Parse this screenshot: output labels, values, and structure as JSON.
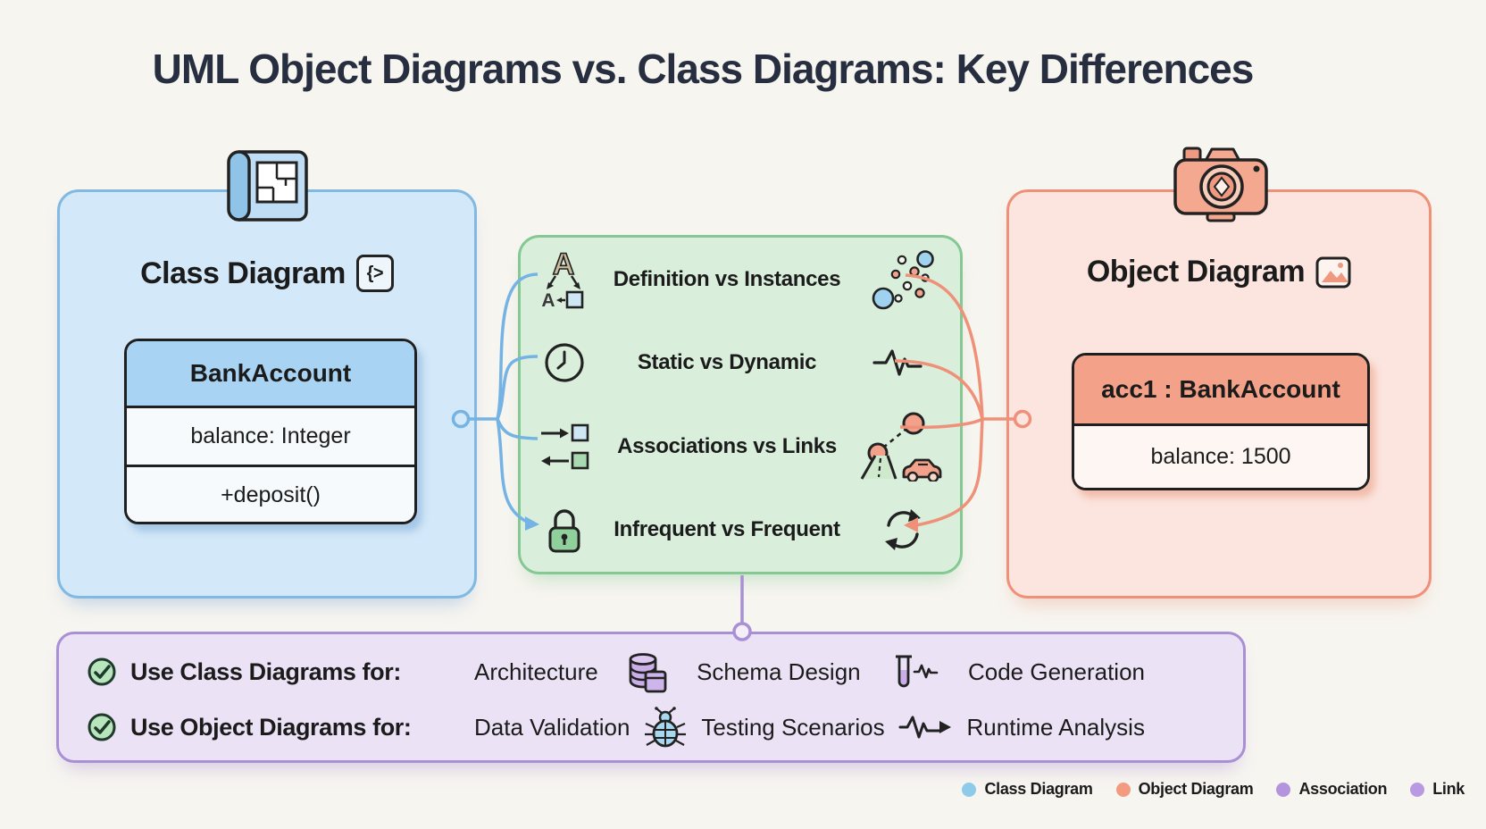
{
  "title": "UML Object Diagrams vs. Class Diagrams: Key Differences",
  "class_panel": {
    "title": "Class Diagram",
    "code_badge": "{>",
    "uml_box": {
      "header": "BankAccount",
      "attribute": "balance: Integer",
      "method": "+deposit()"
    }
  },
  "object_panel": {
    "title": "Object Diagram",
    "uml_box": {
      "header": "acc1 : BankAccount",
      "attribute": "balance: 1500"
    }
  },
  "comparison": {
    "rows": [
      {
        "label": "Definition vs Instances",
        "left_icon": "class-definition-icon",
        "right_icon": "instances-dots-icon"
      },
      {
        "label": "Static vs Dynamic",
        "left_icon": "clock-icon",
        "right_icon": "waveform-icon"
      },
      {
        "label": "Associations vs Links",
        "left_icon": "association-arrows-icon",
        "right_icon": "linked-objects-icon"
      },
      {
        "label": "Infrequent vs Frequent",
        "left_icon": "lock-icon",
        "right_icon": "refresh-icon"
      }
    ]
  },
  "usage": {
    "rows": [
      {
        "label": "Use Class Diagrams for:",
        "items": [
          "Architecture",
          "Schema Design",
          "Code Generation"
        ],
        "icons": [
          "database-icon",
          "testtube-icon"
        ]
      },
      {
        "label": "Use Object Diagrams for:",
        "items": [
          "Data Validation",
          "Testing Scenarios",
          "Runtime Analysis"
        ],
        "icons": [
          "bug-icon",
          "pulse-arrow-icon"
        ]
      }
    ]
  },
  "legend": {
    "items": [
      {
        "label": "Class Diagram",
        "color": "#8ecbea"
      },
      {
        "label": "Object Diagram",
        "color": "#f29b80"
      },
      {
        "label": "Association",
        "color": "#b394dd"
      },
      {
        "label": "Link",
        "color": "#b99ae2"
      }
    ]
  },
  "colors": {
    "background": "#f7f5f0",
    "title_text": "#262e3f",
    "class_fill": "#d3e8f8",
    "class_border": "#82b9e2",
    "class_header": "#a9d3f2",
    "comparison_fill": "#d9efdc",
    "comparison_border": "#85c893",
    "object_fill": "#fbe5de",
    "object_border": "#ef9179",
    "object_header": "#f3a189",
    "usage_fill": "#ebe2f5",
    "usage_border": "#a98fd4",
    "connector_class": "#74b3e3",
    "connector_object": "#ef9179",
    "connector_link": "#a98fd4"
  }
}
